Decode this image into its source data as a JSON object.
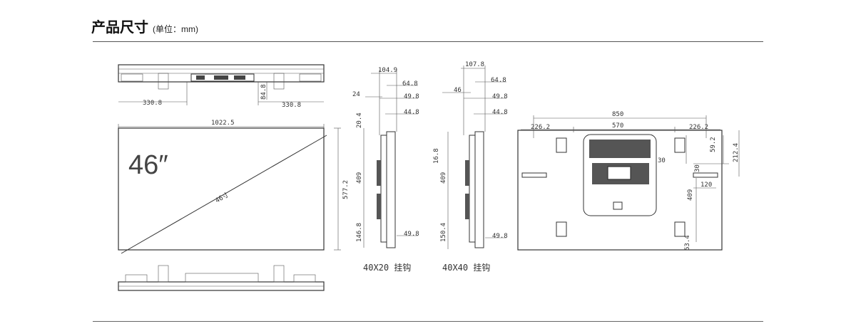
{
  "header": {
    "title": "产品尺寸",
    "unit": "(单位：mm)"
  },
  "screen": {
    "size_label": "46″",
    "diagonal_label": "46寸",
    "width": "1022.5",
    "height": "577.2"
  },
  "top_view": {
    "left_dim": "330.8",
    "right_dim": "330.8",
    "depth": "84.8"
  },
  "side_40x20": {
    "caption": "40X20  挂钩",
    "dims": {
      "d1": "104.9",
      "d2": "64.8",
      "d3": "24",
      "d4": "49.8",
      "d5": "44.8",
      "d6": "20.4",
      "d7": "409",
      "d8": "146.8",
      "d9": "49.8"
    }
  },
  "side_40x40": {
    "caption": "40X40  挂钩",
    "dims": {
      "d1": "107.8",
      "d2": "64.8",
      "d3": "46",
      "d4": "49.8",
      "d5": "44.8",
      "d6": "16.8",
      "d7": "409",
      "d8": "150.4",
      "d9": "49.8"
    }
  },
  "back_view": {
    "dims": {
      "overall": "850",
      "mid": "570",
      "left": "226.2",
      "right": "226.2",
      "d30a": "30",
      "d30b": "30",
      "d120": "120",
      "d59": "59.2",
      "d212": "212.4",
      "d409": "409",
      "d53": "53.4"
    }
  }
}
